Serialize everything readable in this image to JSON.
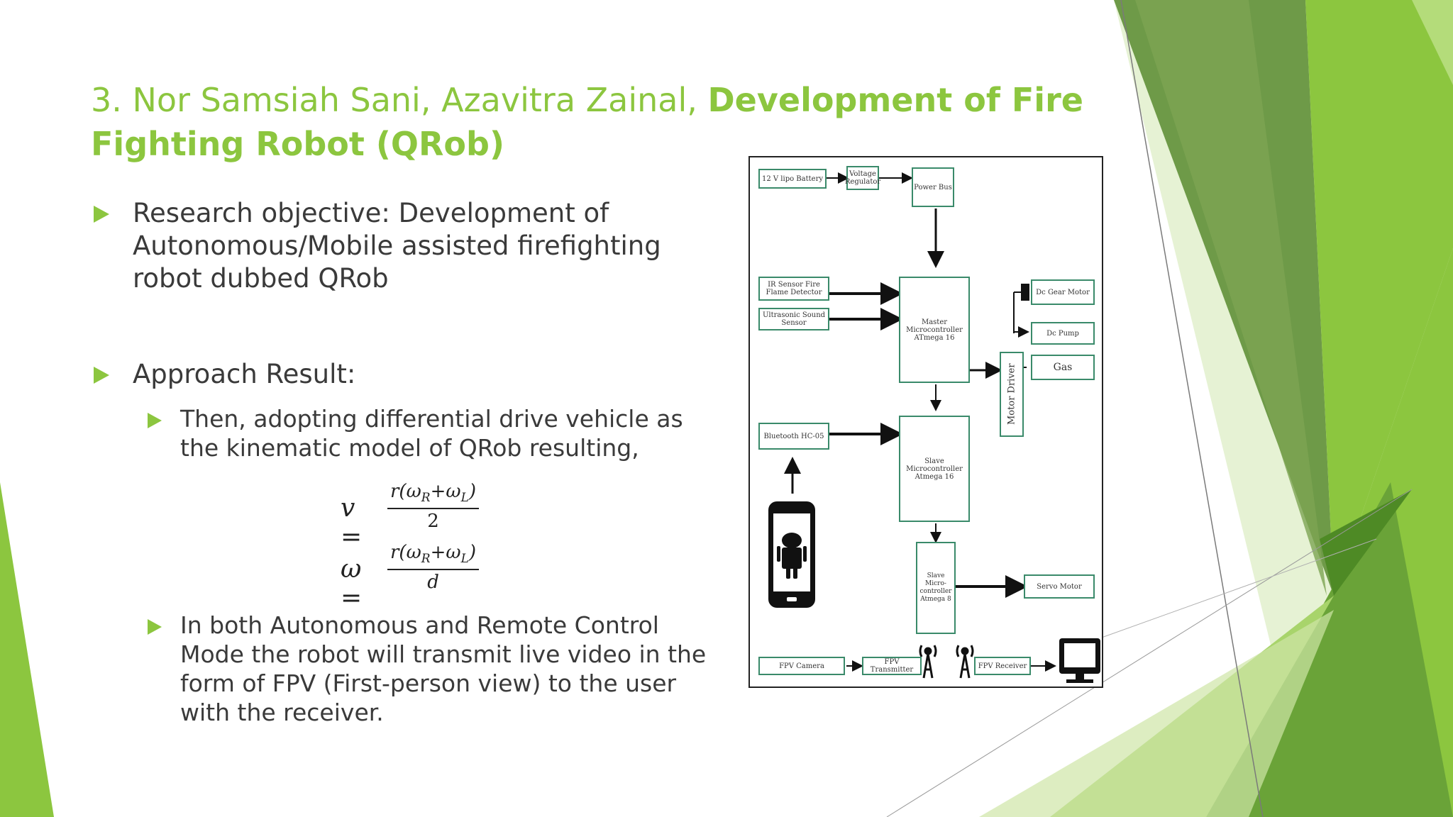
{
  "title": {
    "plain": " 3. Nor Samsiah Sani, Azavitra Zainal, ",
    "bold": "Development of Fire Fighting Robot (QRob)"
  },
  "bullets": [
    {
      "text": "Research objective: Development of Autonomous/Mobile assisted firefighting robot dubbed QRob"
    },
    {
      "text": "Approach Result:"
    }
  ],
  "sub_bullets": [
    {
      "text": "Then, adopting differential drive vehicle as the kinematic model of QRob resulting,"
    },
    {
      "text": " In both Autonomous and Remote Control Mode the robot will transmit live video in the form of FPV (First-person view) to the user with the receiver."
    }
  ],
  "equations": {
    "v": {
      "lhs": "v =",
      "num_r": "r(ω",
      "num_sub1": "R",
      "num_mid": "+ω",
      "num_sub2": "L",
      "num_end": ")",
      "den": "2"
    },
    "w": {
      "lhs": "ω =",
      "num_r": "r(ω",
      "num_sub1": "R",
      "num_mid": "+ω",
      "num_sub2": "L",
      "num_end": ")",
      "den": "d"
    }
  },
  "diagram": {
    "battery": "12 V lipo Battery",
    "regulator": "Voltage Regulator",
    "power_bus": "Power Bus",
    "ir_sensor": "IR Sensor Fire Flame Detector",
    "ultrasonic": "Ultrasonic Sound Sensor",
    "master": "Master Microcontroller ATmega 16",
    "dc_gear_motor": "Dc Gear Motor",
    "dc_pump": "Dc Pump",
    "gas": "Gas",
    "motor_driver": "Motor Driver",
    "bluetooth": "Bluetooth HC-05",
    "slave": "Slave Microcontroller Atmega 16",
    "slave2": "Slave Micro-controller Atmega 8",
    "servo": "Servo Motor",
    "fpv_camera": "FPV Camera",
    "fpv_transmitter": "FPV Transmitter",
    "fpv_receiver": "FPV Receiver"
  },
  "colors": {
    "accent": "#8cc63f",
    "text": "#3a3a3a",
    "diagram_border": "#3a8a6a"
  }
}
